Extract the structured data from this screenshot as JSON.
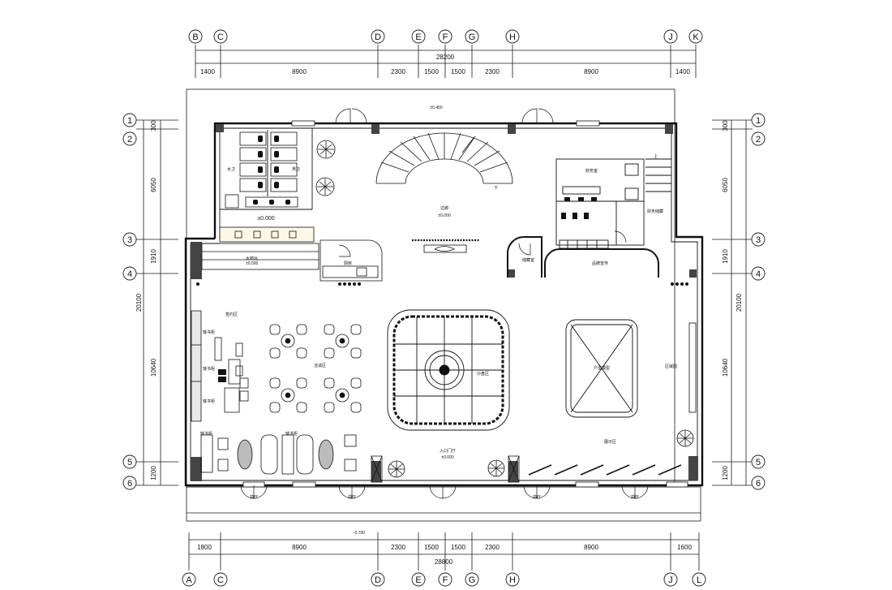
{
  "colors": {
    "line": "#1a1a1a",
    "wall": "#111111",
    "hatch": "#444444",
    "bg": "#ffffff"
  },
  "axes": {
    "top_columns": [
      "B",
      "C",
      "D",
      "E",
      "F",
      "G",
      "H",
      "J",
      "K"
    ],
    "bottom_columns": [
      "A",
      "C",
      "D",
      "E",
      "F",
      "G",
      "H",
      "J",
      "L"
    ],
    "rows": [
      "1",
      "2",
      "3",
      "4",
      "5",
      "6"
    ]
  },
  "dimensions": {
    "top_total": "28200",
    "top_segments": [
      "1400",
      "8900",
      "2300",
      "1500",
      "1500",
      "2300",
      "8900",
      "1400"
    ],
    "bottom_total": "28800",
    "bottom_segments": [
      "1800",
      "8900",
      "2300",
      "1500",
      "1500",
      "2300",
      "8900",
      "1600"
    ],
    "left_total": "20100",
    "left_segments": [
      "300",
      "6050",
      "1910",
      "10640",
      "1200"
    ],
    "right_total": "20100",
    "right_segments": [
      "300",
      "6050",
      "1910",
      "10640",
      "1200"
    ]
  },
  "rooms": {
    "womens_wc": "女卫",
    "mens_wc": "男卫",
    "level_zero": "±0.000",
    "water_bar": "水吧台",
    "kitchen": "厨房",
    "corridor": "过廊",
    "finance": "财务室",
    "finance_storage": "财务储藏",
    "storage": "储藏室",
    "brand_display": "品牌宣传",
    "reading": "签约区",
    "bookcase_1": "矮书柜",
    "bookcase_2": "矮书柜",
    "bookcase_3": "矮书柜",
    "negotiation": "洽谈区",
    "sand_table": "沙盘区",
    "model_area": "户型模型",
    "district_zone": "区域图",
    "bookcase_4": "矮书柜",
    "bookcase_5": "矮书柜",
    "entrance_hall": "入口门厅",
    "display": "展示区",
    "elev_top": "±0.450",
    "elev_bottom": "-0.700",
    "elev_1": "±0.000",
    "elev_2": "±0.000",
    "up_label": "上",
    "down_label": "下",
    "door_1": "前厅",
    "door_2": "前厅",
    "door_3": "前厅",
    "door_4": "前厅"
  }
}
